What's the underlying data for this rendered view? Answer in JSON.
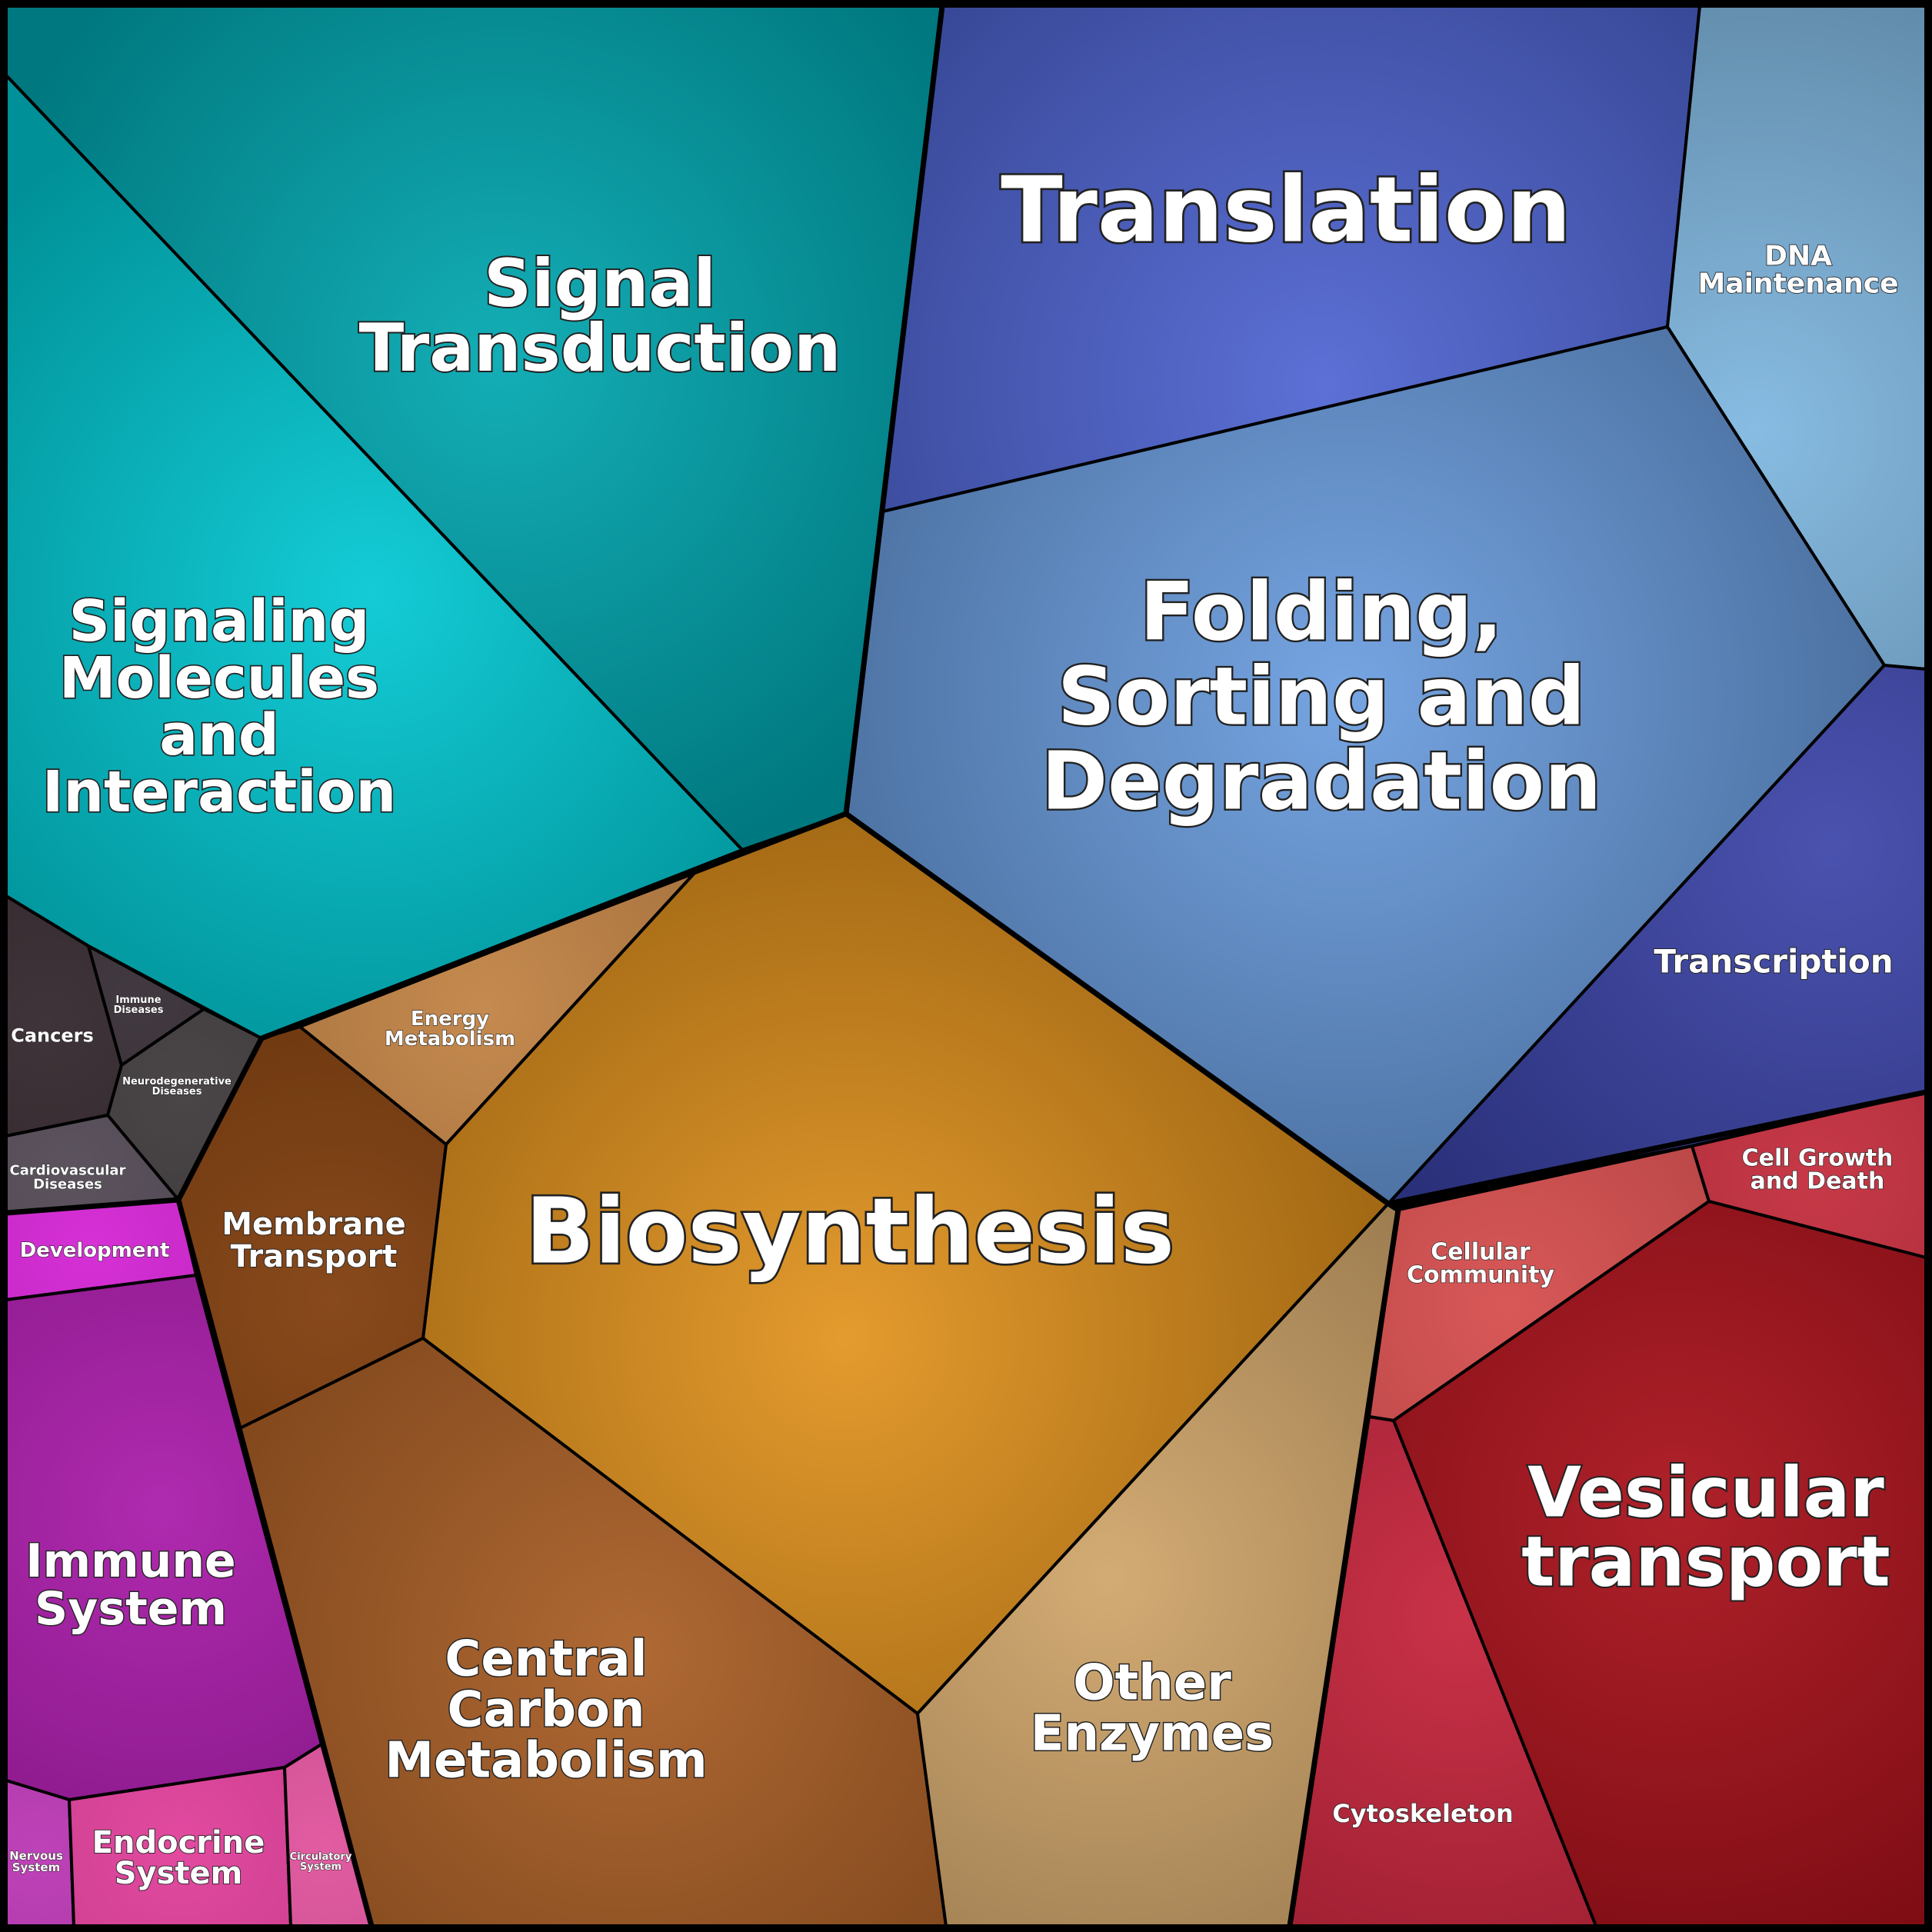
{
  "diagram": {
    "type": "voronoi-treemap",
    "categories": [
      {
        "id": "signal-transduction",
        "lines": [
          "Signal",
          "Transduction"
        ],
        "color": "#00a7b0"
      },
      {
        "id": "signaling-molecules",
        "lines": [
          "Signaling",
          "Molecules",
          "and",
          "Interaction"
        ],
        "color": "#00c8d2"
      },
      {
        "id": "translation",
        "lines": [
          "Translation"
        ],
        "color": "#4e64d2"
      },
      {
        "id": "dna-maintenance",
        "lines": [
          "DNA",
          "Maintenance"
        ],
        "color": "#7eb6e0"
      },
      {
        "id": "folding-sorting",
        "lines": [
          "Folding,",
          "Sorting and",
          "Degradation"
        ],
        "color": "#6a9de0"
      },
      {
        "id": "transcription",
        "lines": [
          "Transcription"
        ],
        "color": "#3a43a8"
      },
      {
        "id": "energy-metabolism",
        "lines": [
          "Energy",
          "Metabolism"
        ],
        "color": "#c08040"
      },
      {
        "id": "biosynthesis",
        "lines": [
          "Biosynthesis"
        ],
        "color": "#e2921c"
      },
      {
        "id": "membrane-transport",
        "lines": [
          "Membrane",
          "Transport"
        ],
        "color": "#7e3a08"
      },
      {
        "id": "central-carbon",
        "lines": [
          "Central",
          "Carbon",
          "Metabolism"
        ],
        "color": "#a85c22"
      },
      {
        "id": "other-enzymes",
        "lines": [
          "Other",
          "Enzymes"
        ],
        "color": "#cfa468"
      },
      {
        "id": "cancers",
        "lines": [
          "Cancers"
        ],
        "color": "#2e2228"
      },
      {
        "id": "immune-diseases",
        "lines": [
          "Immune",
          "Diseases"
        ],
        "color": "#322830"
      },
      {
        "id": "neurodegenerative",
        "lines": [
          "Neurodegenerative",
          "Diseases"
        ],
        "color": "#3a3638"
      },
      {
        "id": "cardiovascular",
        "lines": [
          "Cardiovascular",
          "Diseases"
        ],
        "color": "#4e4450"
      },
      {
        "id": "development",
        "lines": [
          "Development"
        ],
        "color": "#d21ed2"
      },
      {
        "id": "immune-system",
        "lines": [
          "Immune",
          "System"
        ],
        "color": "#a818a8"
      },
      {
        "id": "nervous-system",
        "lines": [
          "Nervous",
          "System"
        ],
        "color": "#b832b2"
      },
      {
        "id": "endocrine-system",
        "lines": [
          "Endocrine",
          "System"
        ],
        "color": "#e03a98"
      },
      {
        "id": "circulatory-system",
        "lines": [
          "Circulatory",
          "System"
        ],
        "color": "#e04e9a"
      },
      {
        "id": "cellular-community",
        "lines": [
          "Cellular",
          "Community"
        ],
        "color": "#d64a4a"
      },
      {
        "id": "cell-growth-death",
        "lines": [
          "Cell Growth",
          "and Death"
        ],
        "color": "#c22838"
      },
      {
        "id": "vesicular-transport",
        "lines": [
          "Vesicular",
          "transport"
        ],
        "color": "#a80e18"
      },
      {
        "id": "cytoskeleton",
        "lines": [
          "Cytoskeleton"
        ],
        "color": "#c42038"
      }
    ]
  }
}
